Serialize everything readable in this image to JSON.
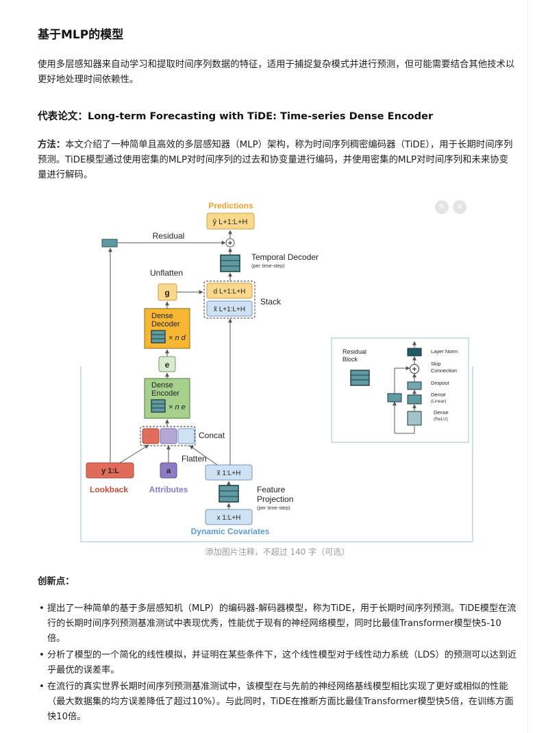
{
  "section_title": "基于MLP的模型",
  "intro": "使用多层感知器来自动学习和提取时间序列数据的特征，适用于捕捉复杂模式并进行预测，但可能需要结合其他技术以更好地处理时间依赖性。",
  "paper_title": "代表论文：Long-term Forecasting with TiDE: Time-series Dense Encoder",
  "method": {
    "label": "方法：",
    "text": "本文介绍了一种简单且高效的多层感知器（MLP）架构，称为时间序列稠密编码器（TiDE），用于长期时间序列预测。TiDE模型通过使用密集的MLP对时间序列的过去和协变量进行编码，并使用密集的MLP对时间序列和未来协变量进行解码。"
  },
  "figure": {
    "predictions": "Predictions",
    "residual": "Residual",
    "temporal_decoder": "Temporal Decoder",
    "per_time_step": "(per time-step)",
    "unflatten": "Unflatten",
    "stack": "Stack",
    "dense_decoder_l1": "Dense",
    "dense_decoder_l2": "Decoder",
    "dense_encoder_l1": "Dense",
    "dense_encoder_l2": "Encoder",
    "concat": "Concat",
    "flatten": "Flatten",
    "lookback": "Lookback",
    "attributes": "Attributes",
    "feature_projection_l1": "Feature",
    "feature_projection_l2": "Projection",
    "dynamic_covariates": "Dynamic Covariates",
    "inset": {
      "residual_block_l1": "Residual",
      "residual_block_l2": "Block",
      "layer_norm": "Layer Norm",
      "skip_l1": "Skip",
      "skip_l2": "Connection",
      "dropout": "Dropout",
      "dense_linear_l1": "Dense",
      "dense_linear_l2": "(Linear)",
      "dense_relu_l1": "Dense",
      "dense_relu_l2": "(ReLU)"
    },
    "colors": {
      "orange": "#f2a12b",
      "lookback": "#c94a3c",
      "attributes": "#8a7ac6",
      "covariates": "#5b9bd5",
      "teal": "#5f9aa3"
    }
  },
  "caption": "添加图片注释，不超过 140 字（可选）",
  "innovation_title": "创新点：",
  "points": [
    "提出了一种简单的基于多层感知机（MLP）的编码器-解码器模型，称为TiDE，用于长期时间序列预测。TiDE模型在流行的长期时间序列预测基准测试中表现优秀，性能优于现有的神经网络模型，同时比最佳Transformer模型快5-10倍。",
    "分析了模型的一个简化的线性模拟，并证明在某些条件下，这个线性模型对于线性动力系统（LDS）的预测可以达到近乎最优的误差率。",
    "在流行的真实世界长期时间序列预测基准测试中，该模型在与先前的神经网络基线模型相比实现了更好或相似的性能（最大数据集的均方误差降低了超过10%）。与此同时，TiDE在推断方面比最佳Transformer模型快5倍，在训练方面快10倍。"
  ]
}
